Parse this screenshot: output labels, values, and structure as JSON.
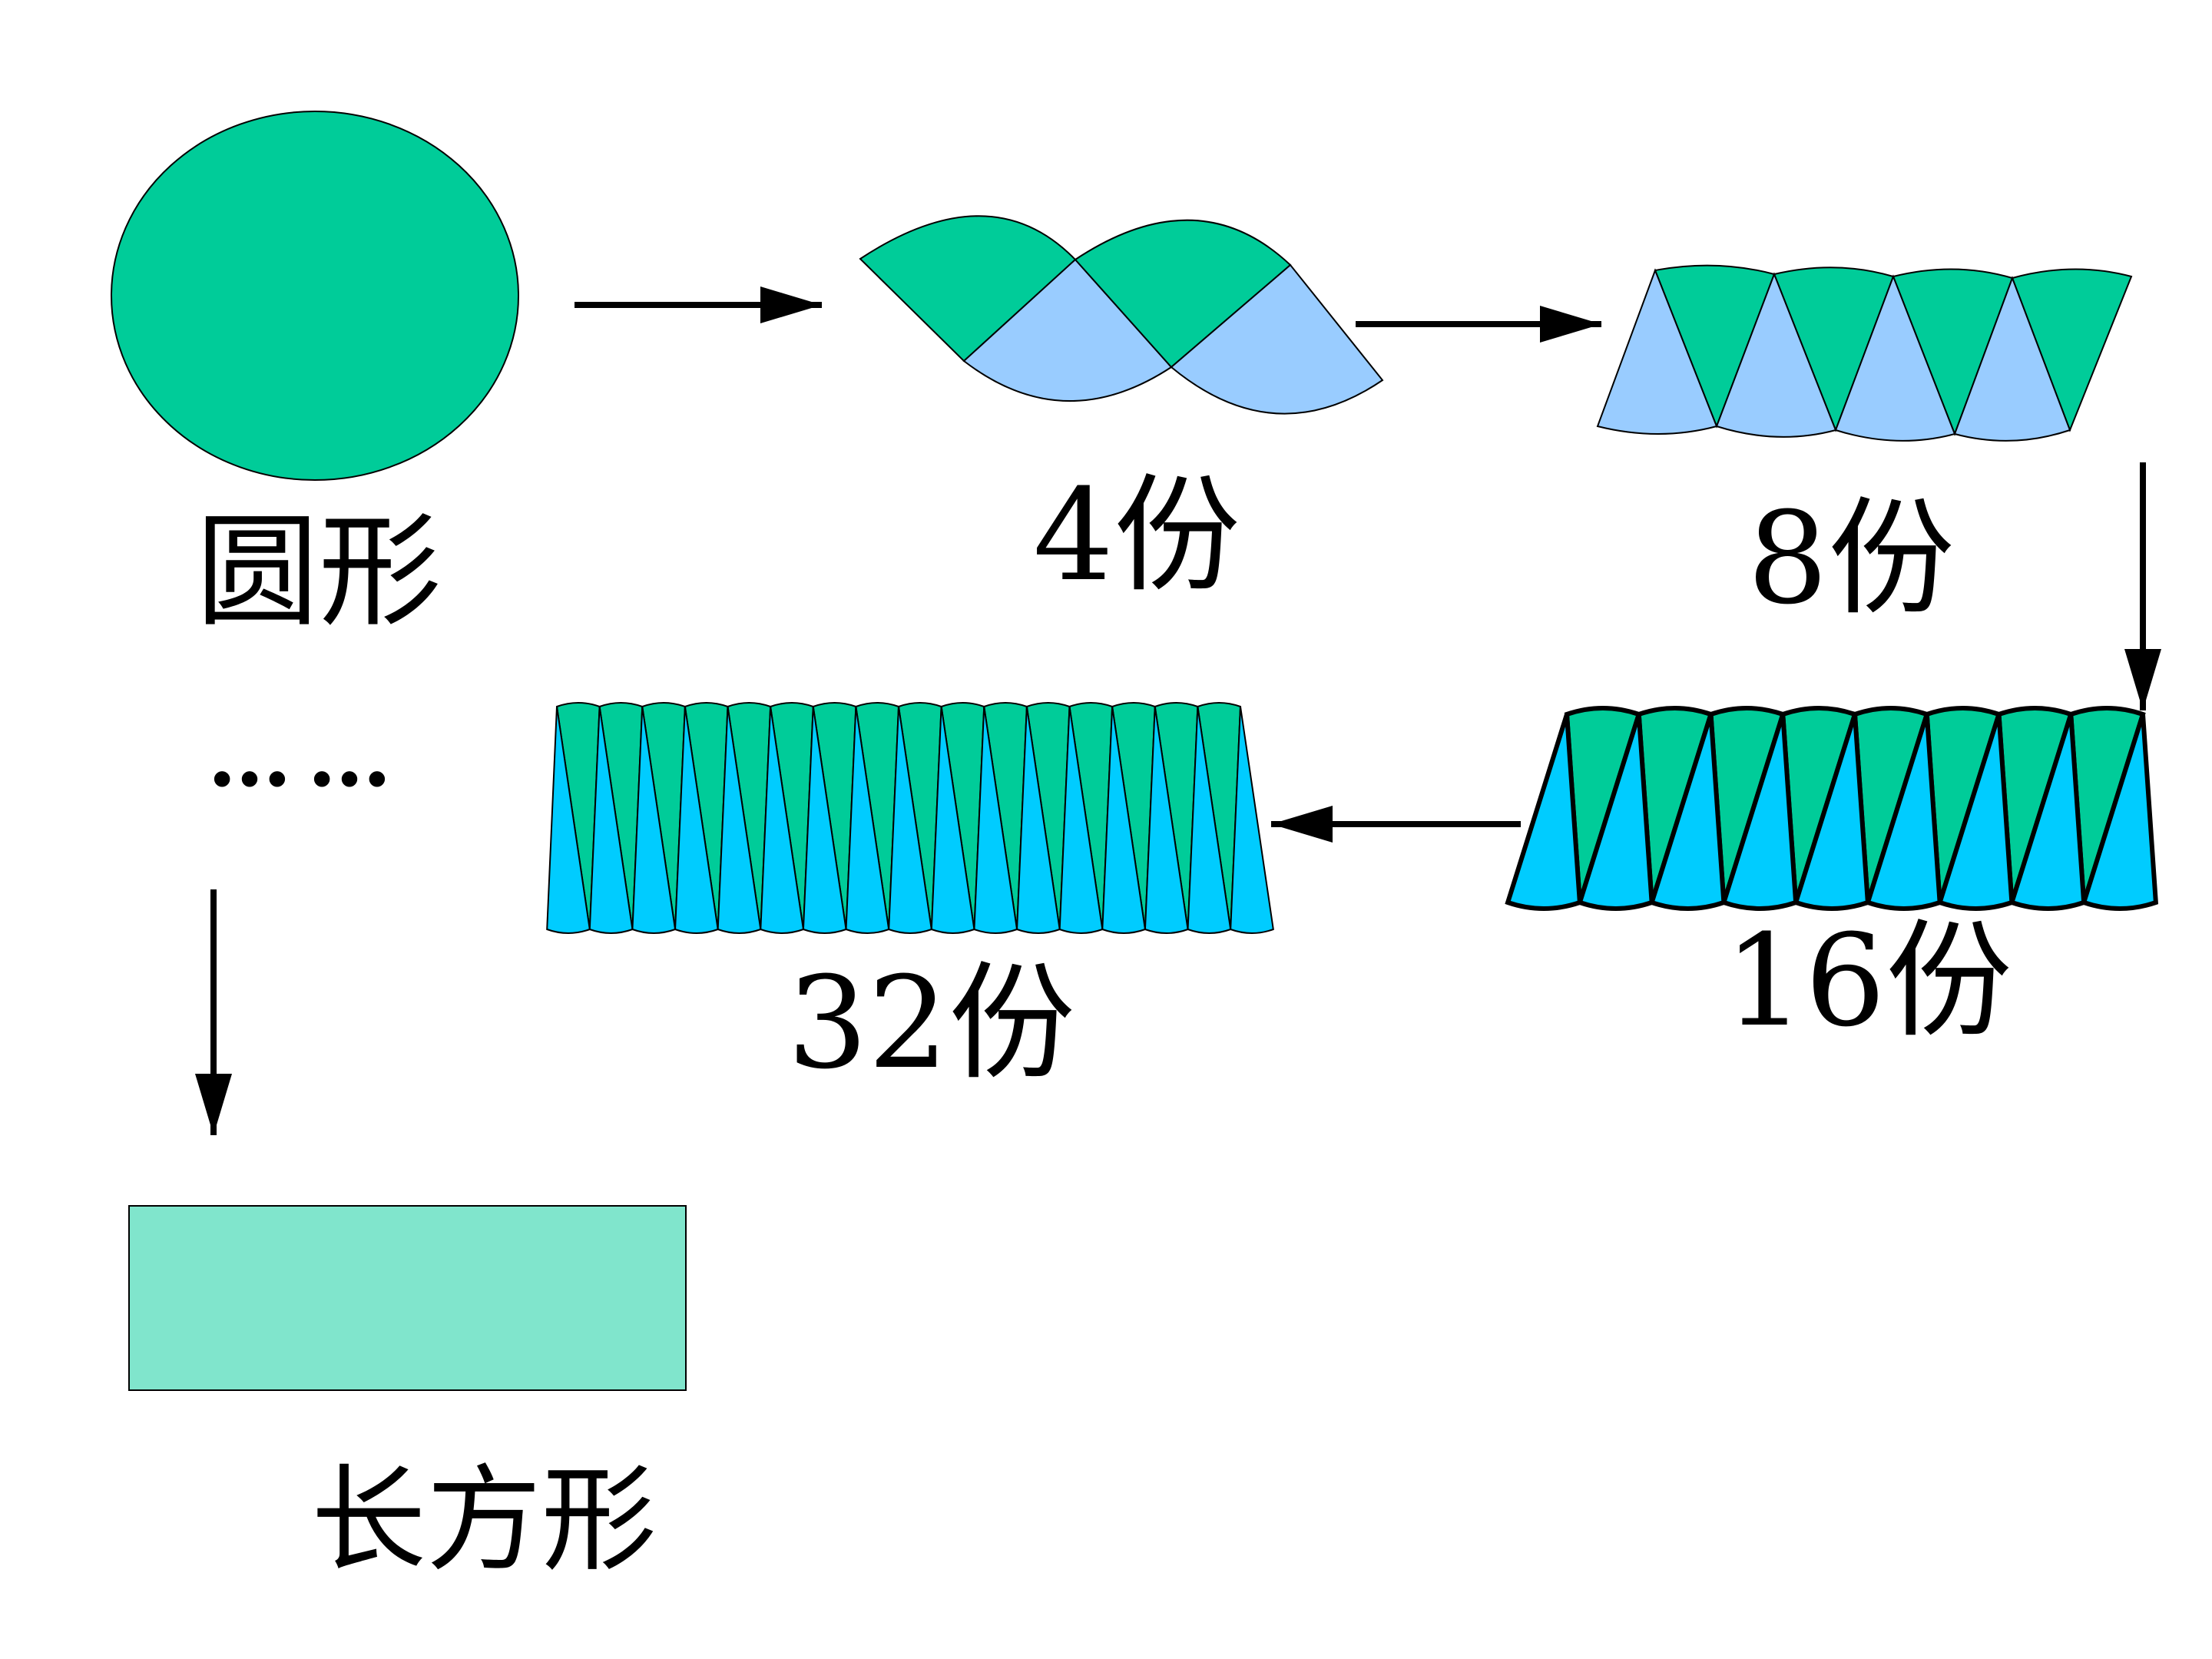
{
  "labels": {
    "circle": "圆形",
    "four": "4份",
    "eight": "8份",
    "sixteen": "16份",
    "thirtytwo": "32份",
    "rectangle": "长方形",
    "ellipsis": "……"
  },
  "colors": {
    "green": "#00cc99",
    "light_blue": "#99ccff",
    "cyan": "#00ccff",
    "rect_fill": "#80e5cc",
    "stroke": "#000000"
  }
}
